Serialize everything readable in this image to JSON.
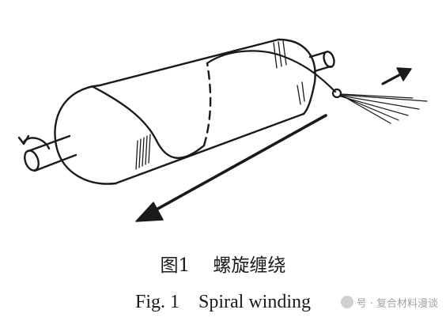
{
  "caption": {
    "chinese": "图1    螺旋缠绕",
    "english": "Fig. 1    Spiral winding"
  },
  "watermark": {
    "text": "号 · 复合材料漫谈",
    "icon": "wechat-icon"
  },
  "colors": {
    "ink": "#1a1a1a",
    "background": "#ffffff"
  }
}
